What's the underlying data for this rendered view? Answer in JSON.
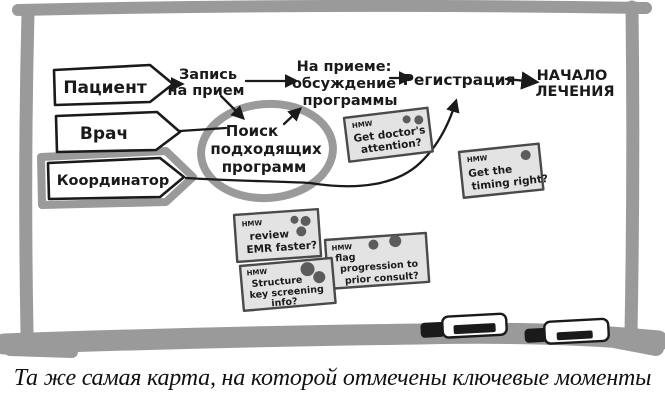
{
  "caption": "Та же самая карта, на которой отмечены ключевые моменты",
  "colors": {
    "ink": "#1a1a1a",
    "frame": "#9a9a9a",
    "note_fill": "#e3e3e3",
    "note_border": "#4a4a4a",
    "dot": "#5c5c5c"
  },
  "board": {
    "roles": {
      "patient": "Пациент",
      "doctor": "Врач",
      "coordinator": "Координатор"
    },
    "flow": {
      "booking": {
        "line1": "Запись",
        "line2": "на прием"
      },
      "appointment": {
        "line1": "На приеме:",
        "line2": "обсуждение",
        "line3": "программы"
      },
      "registration": "Регистрация",
      "treatment_start": {
        "line1": "НАЧАЛО",
        "line2": "ЛЕЧЕНИЯ"
      },
      "program_search": {
        "line1": "Поиск",
        "line2": "подходящих",
        "line3": "программ"
      }
    },
    "sticky_notes": [
      {
        "tag": "HMW",
        "line1": "Get doctor's",
        "line2": "attention?",
        "line3": ""
      },
      {
        "tag": "HMW",
        "line1": "Get the",
        "line2": "timing right?",
        "line3": ""
      },
      {
        "tag": "HMW",
        "line1": "review",
        "line2": "EMR faster?",
        "line3": ""
      },
      {
        "tag": "HMW",
        "line1": "flag",
        "line2": "progression to",
        "line3": "prior consult?"
      },
      {
        "tag": "HMW",
        "line1": "Structure",
        "line2": "key screening",
        "line3": "info?"
      }
    ]
  }
}
